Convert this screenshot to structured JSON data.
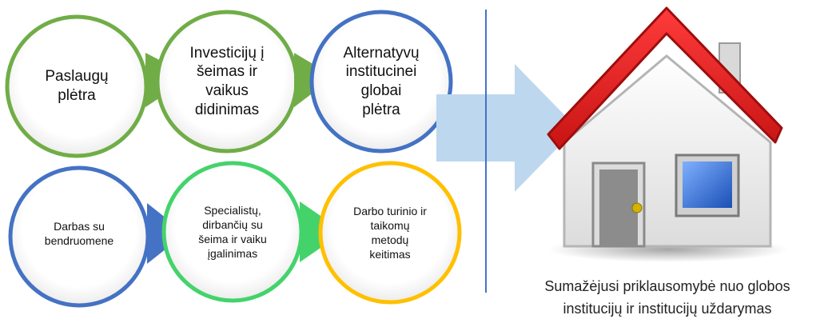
{
  "row_top": {
    "items": [
      {
        "label": "Paslaugų\nplėtra",
        "color": "#70AD47"
      },
      {
        "label": "Investicijų į\nšeimas ir\nvaikus\ndidinimas",
        "color": "#70AD47"
      },
      {
        "label": "Alternatyvų\ninstitucinei\nglobai\nplėtra",
        "color": "#4472C4"
      }
    ]
  },
  "row_bottom": {
    "items": [
      {
        "label": "Darbas su\nbendruomene",
        "color": "#4472C4"
      },
      {
        "label": "Specialistų,\ndirbančių su\nšeima ir vaiku\nįgalinimas",
        "color": "#44D36B"
      },
      {
        "label": "Darbo turinio ir\ntaikomų\nmetodų\nkeitimas",
        "color": "#FFC000"
      }
    ]
  },
  "divider_color": "#4472C4",
  "big_arrow_color": "#BDD7EE",
  "house": {
    "icon": "house-icon",
    "roof_color": "#E0232A",
    "wall_color": "#EFEFEF",
    "door_color": "#8C8C8C",
    "window_color": "#2F6FD6"
  },
  "caption": "Sumažėjusi priklausomybė nuo globos\ninstitucijų ir institucijų uždarymas"
}
